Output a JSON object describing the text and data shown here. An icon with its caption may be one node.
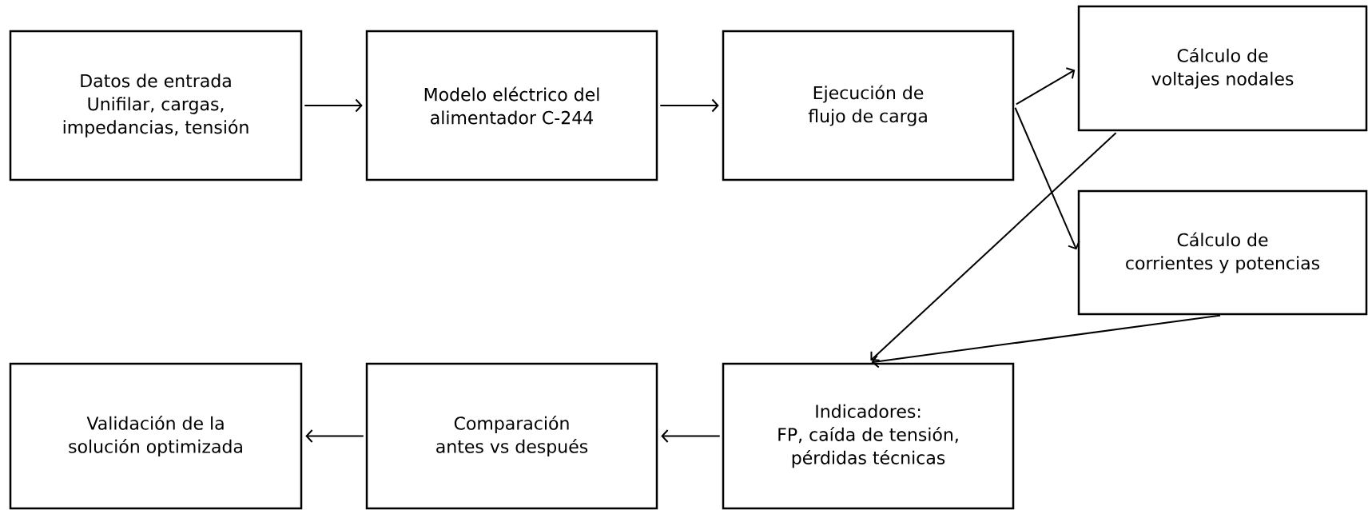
{
  "diagram": {
    "nodes": [
      {
        "text": [
          "Datos de entrada Unifilar, cargas, impedancias, tensión"
        ]
      },
      {
        "text": [
          "Modelo eléctrico del alimentador C-244"
        ]
      },
      {
        "text": [
          "Ejecución de flujo de carga"
        ]
      },
      {
        "text": [
          "Cálculo de voltajes nodales"
        ]
      },
      {
        "text": [
          "Cálculo de corrientes y potencias"
        ]
      },
      {
        "text": [
          "Validación de la solución optimizada"
        ]
      },
      {
        "text": [
          "Comparación antes vs después"
        ]
      },
      {
        "text": [
          "Indicadores: FP, caída de tensión, pérdidas técnicas"
        ]
      }
    ],
    "edges": [
      {
        "from": 0,
        "to": 1,
        "arrow": "to"
      },
      {
        "from": 1,
        "to": 2,
        "arrow": "to"
      },
      {
        "from": 2,
        "to": 3,
        "arrow": "to"
      },
      {
        "from": 2,
        "to": 4,
        "arrow": "to"
      },
      {
        "from": 3,
        "to": 7,
        "arrow": "to"
      },
      {
        "from": 4,
        "to": 7,
        "arrow": "to"
      },
      {
        "from": 7,
        "to": 6,
        "arrow": "to"
      },
      {
        "from": 6,
        "to": 5,
        "arrow": "to"
      }
    ]
  }
}
